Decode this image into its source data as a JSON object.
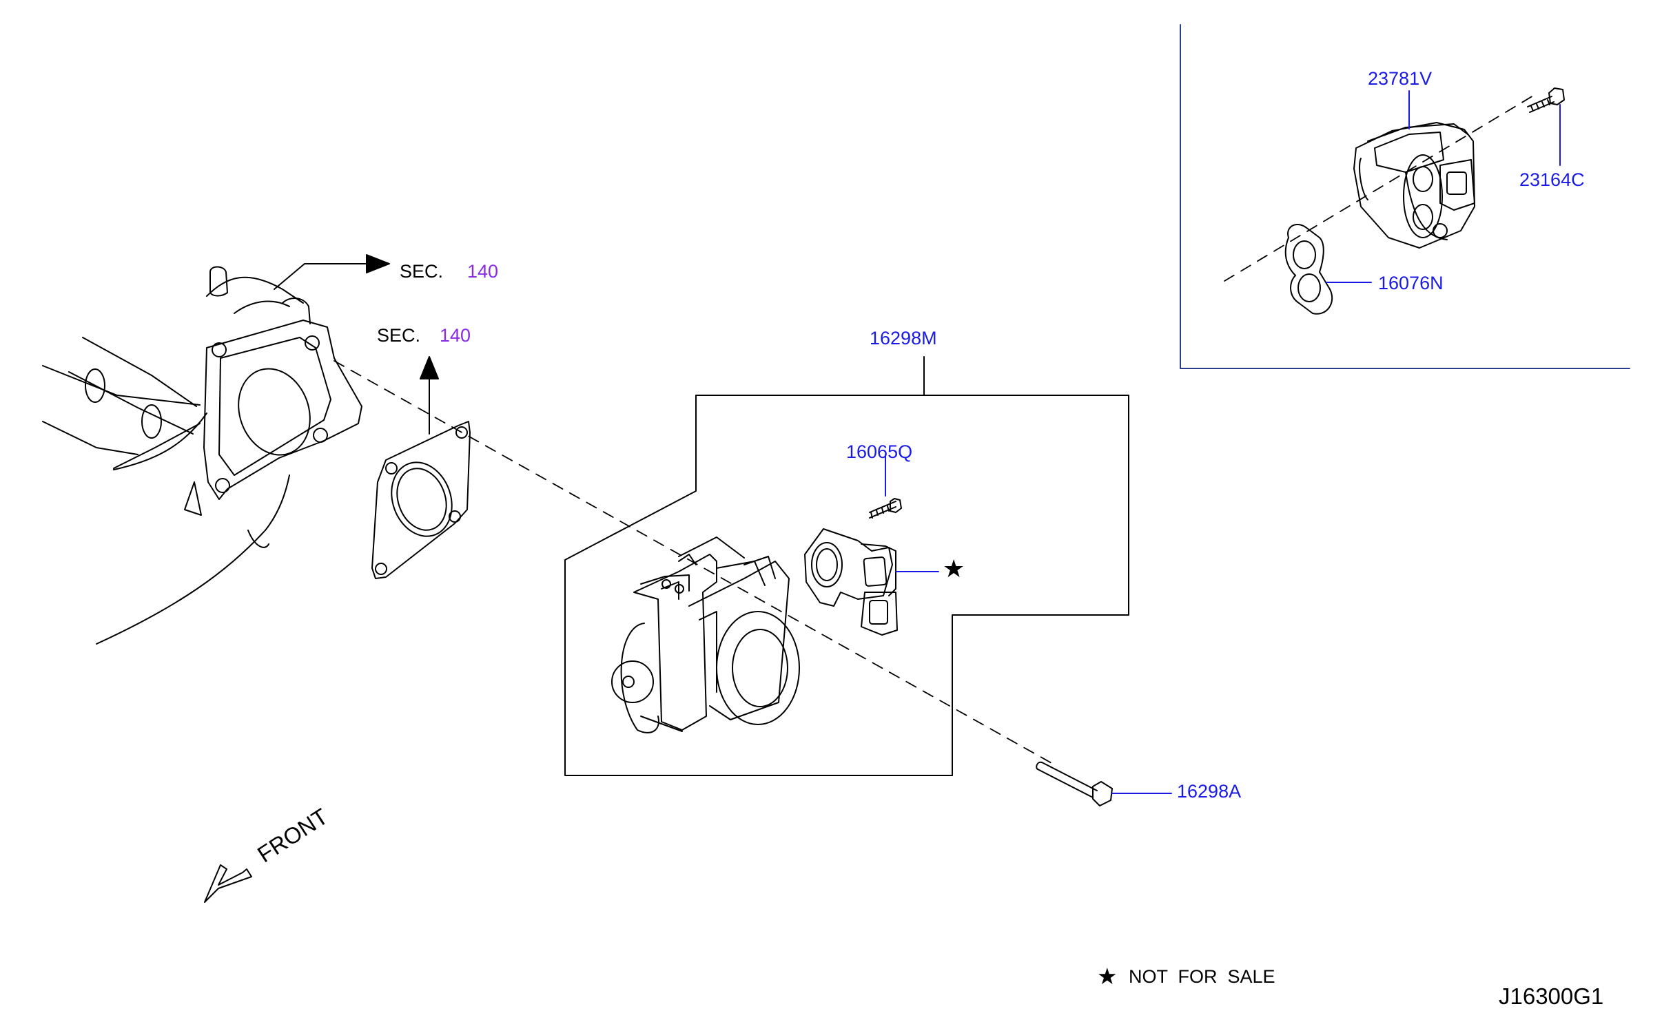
{
  "diagram_code": "J16300G1",
  "front_label": "FRONT",
  "legend": {
    "symbol": "★",
    "text": "NOT  FOR  SALE"
  },
  "sec_refs": [
    {
      "prefix": "SEC.",
      "number": "140"
    },
    {
      "prefix": "SEC.",
      "number": "140"
    }
  ],
  "parts": {
    "p16298M": "16298M",
    "p16065Q": "16065Q",
    "p16298A": "16298A",
    "p23781V": "23781V",
    "p23164C": "23164C",
    "p16076N": "16076N"
  },
  "star_marker": "★",
  "colors": {
    "part_number": "#1a1ae6",
    "section_number": "#8a2be2",
    "line": "#000000",
    "leader": "#1a1ae6"
  }
}
